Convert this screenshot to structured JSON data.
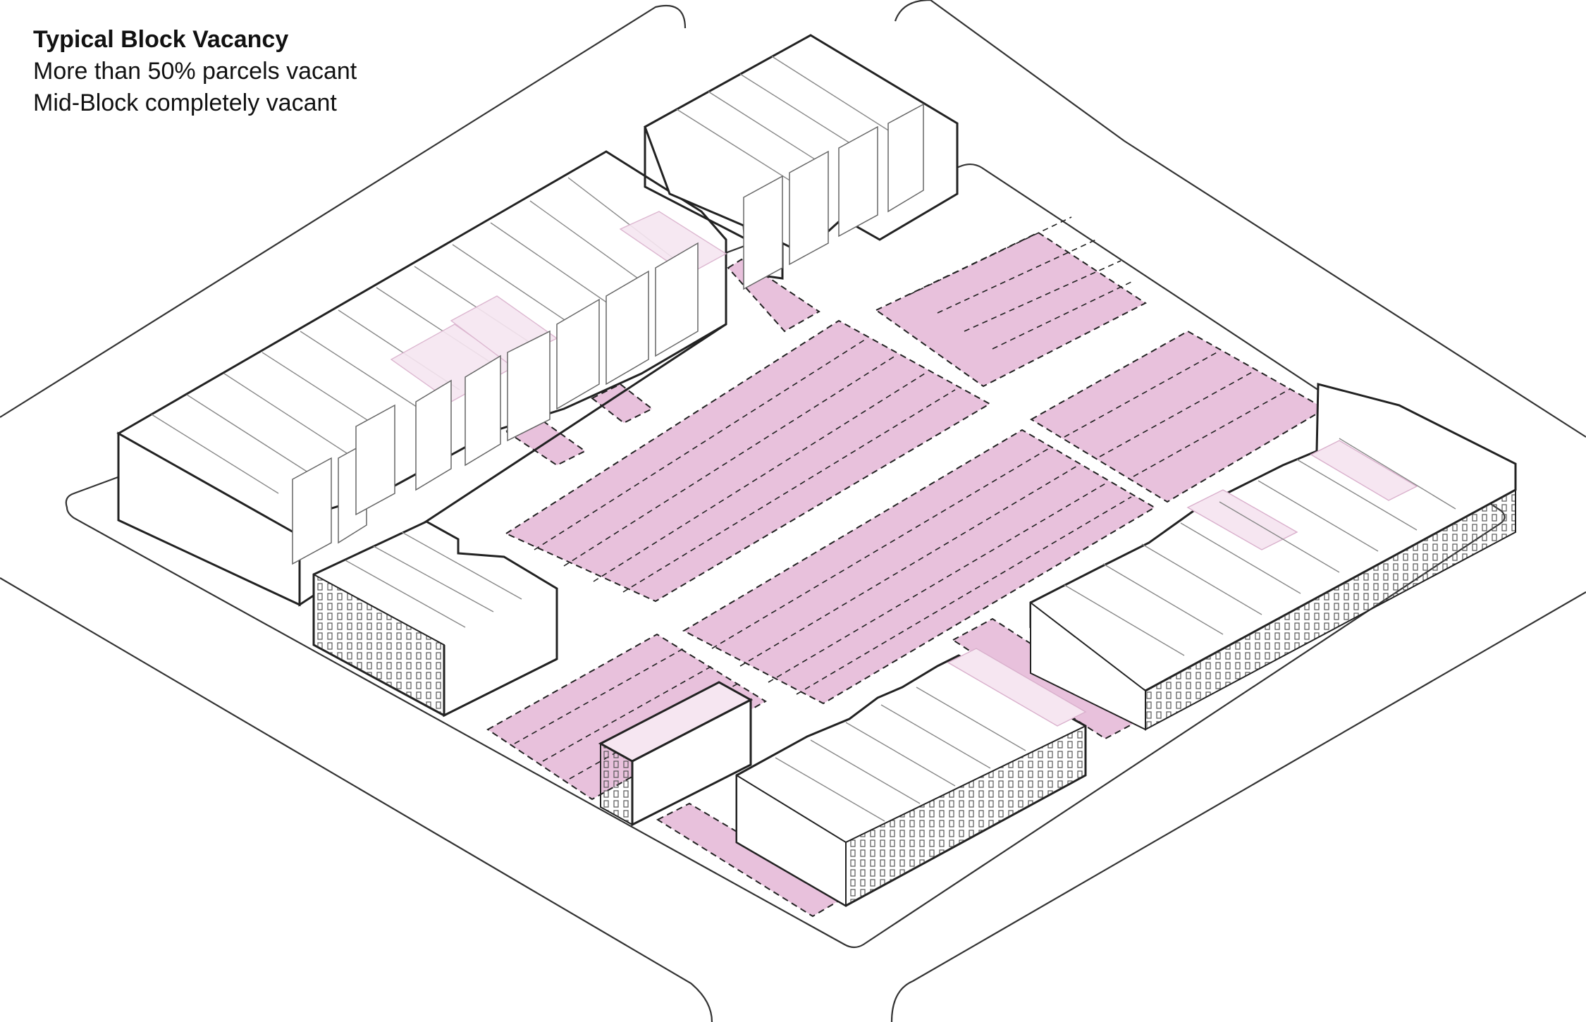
{
  "caption": {
    "title": "Typical Block Vacancy",
    "line1": "More than 50% parcels vacant",
    "line2": "Mid-Block completely vacant"
  },
  "colors": {
    "vacant_fill": "#e8c1dc",
    "ghost_fill": "#f6e6f1",
    "ink": "#2b2b2b",
    "street_line": "#333333",
    "building_fill": "#ffffff"
  },
  "legend_semantics": {
    "vacant_parcel": "pink dashed parcel",
    "demolished_ghost": "faint pink volume",
    "building": "white massing with outline"
  }
}
